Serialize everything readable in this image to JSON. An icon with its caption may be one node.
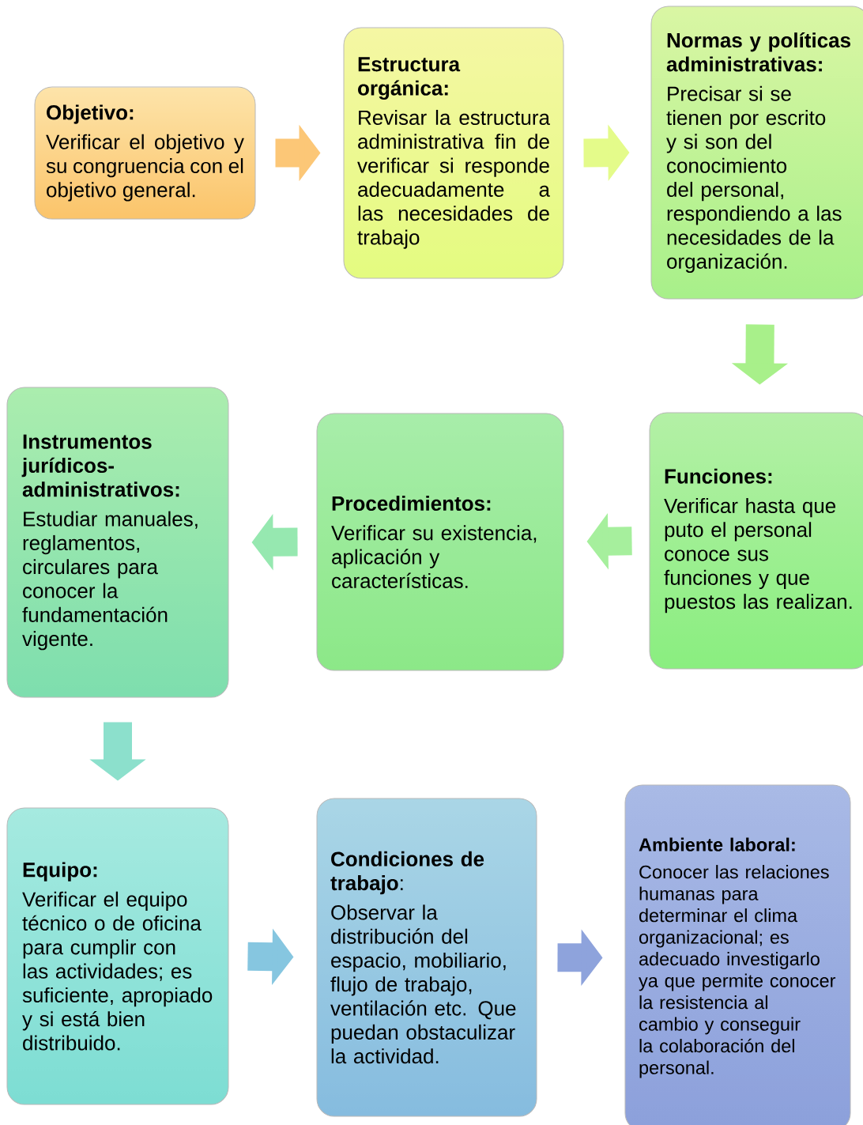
{
  "diagram": {
    "nodes": [
      {
        "text": [
          "Objetivo:",
          "Verificar el objetivo y su congruencia con el objetivo general."
        ]
      },
      {
        "text": [
          "Estructura orgánica:",
          "Revisar la estructura administrativa fin de verificar si responde adecuadamente a las necesidades de trabajo"
        ]
      },
      {
        "text": [
          "Normas y políticas administrativas:",
          "Precisar si se tienen por escrito y si son del conocimiento del personal, respondiendo a las necesidades de la organización."
        ]
      },
      {
        "text": [
          "Instrumentos jurídicos-administrativos:",
          "Estudiar manuales, reglamentos, circulares para conocer la fundamentación vigente."
        ]
      },
      {
        "text": [
          "Procedimientos:",
          "Verificar su existencia, aplicación y características."
        ]
      },
      {
        "text": [
          "Funciones:",
          "Verificar hasta que puto el personal conoce sus funciones y que puestos las realizan."
        ]
      },
      {
        "text": [
          "Equipo:",
          "Verificar el equipo técnico o de oficina para cumplir con las actividades; es suficiente, apropiado y si está bien distribuido."
        ]
      },
      {
        "text": [
          "**Condiciones de trabajo**:",
          "Observar la distribución del espacio, mobiliario, flujo de trabajo, ventilación etc. Que puedan obstaculizar la actividad."
        ]
      },
      {
        "text": [
          "Ambiente laboral:",
          "Conocer las relaciones humanas para determinar el clima organizacional; es adecuado investigarlo ya que permite conocer la resistencia al cambio y conseguir la colaboración del personal."
        ]
      }
    ],
    "edges": [
      {
        "from": 0,
        "to": 1,
        "arrow": "to",
        "color": "#fcc777"
      },
      {
        "from": 1,
        "to": 2,
        "arrow": "to",
        "color": "#e4fb8a"
      },
      {
        "from": 2,
        "to": 5,
        "arrow": "to",
        "color": "#a8f08a"
      },
      {
        "from": 5,
        "to": 4,
        "arrow": "to",
        "color": "#a6ef9d"
      },
      {
        "from": 4,
        "to": 3,
        "arrow": "to",
        "color": "#96e8b0"
      },
      {
        "from": 3,
        "to": 6,
        "arrow": "to",
        "color": "#8ce0cc"
      },
      {
        "from": 6,
        "to": 7,
        "arrow": "to",
        "color": "#86c6e0"
      },
      {
        "from": 7,
        "to": 8,
        "arrow": "to",
        "color": "#8ea3dc"
      }
    ]
  }
}
